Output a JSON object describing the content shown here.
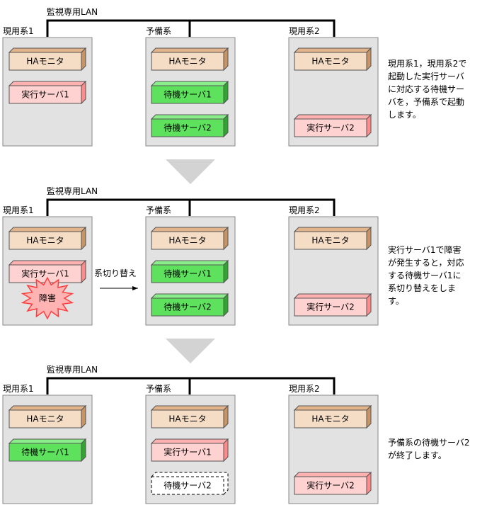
{
  "lan_label": "監視専用LAN",
  "system_labels": {
    "active1": "現用系1",
    "standby": "予備系",
    "active2": "現用系2"
  },
  "box_labels": {
    "ha_monitor": "HAモニタ",
    "exec_server1": "実行サーバ1",
    "exec_server2": "実行サーバ2",
    "standby_server1": "待機サーバ1",
    "standby_server2": "待機サーバ2"
  },
  "switchover_label": "系切り替え",
  "failure_label": "障害",
  "colors": {
    "ha_face": "#f5dcc5",
    "ha_side": "#c89464",
    "ha_top": "#e2b48c",
    "exec_face": "#ffd2d2",
    "exec_side": "#ff8a8a",
    "exec_top": "#ffb0b0",
    "standby_face": "#5ee25e",
    "standby_side": "#2fa62f",
    "standby_top": "#8aef8a",
    "panel": "#e2e2e2",
    "failure": "#ffb3b3",
    "failure_stroke": "#ff3c3c",
    "transition_arrow": "#d3d3d3"
  },
  "steps": [
    {
      "description_lines": [
        "現用系1，現用系2で",
        "起動した実行サーバ",
        "に対応する待機サー",
        "バを，予備系で起動",
        "します。"
      ]
    },
    {
      "description_lines": [
        "実行サーバ1で障害",
        "が発生すると，対応",
        "する待機サーバ1に",
        "系切り替えをしま",
        "す。"
      ]
    },
    {
      "description_lines": [
        "予備系の待機サーバ2",
        "が終了します。"
      ]
    }
  ]
}
